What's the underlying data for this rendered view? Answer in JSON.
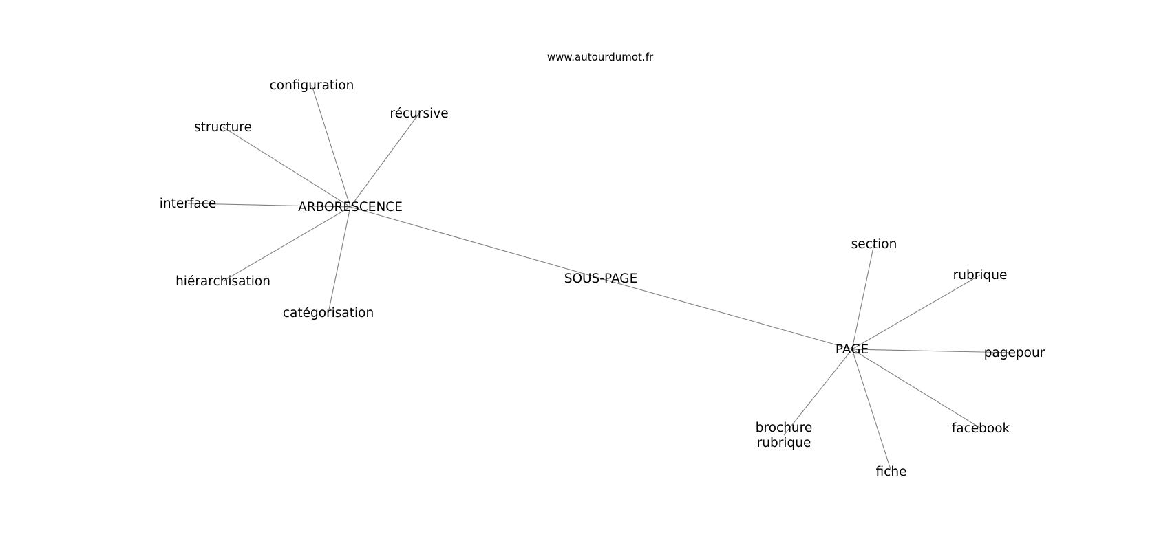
{
  "source": "www.autourdumot.fr",
  "graph": {
    "nodes": [
      {
        "id": "arborescence",
        "label": "ARBORESCENCE"
      },
      {
        "id": "configuration",
        "label": "configuration"
      },
      {
        "id": "recursive",
        "label": "récursive"
      },
      {
        "id": "structure",
        "label": "structure"
      },
      {
        "id": "interface",
        "label": "interface"
      },
      {
        "id": "hierarchisation",
        "label": "hiérarchisation"
      },
      {
        "id": "categorisation",
        "label": "catégorisation"
      },
      {
        "id": "sous-page",
        "label": "SOUS-PAGE"
      },
      {
        "id": "page",
        "label": "PAGE"
      },
      {
        "id": "section",
        "label": "section"
      },
      {
        "id": "rubrique",
        "label": "rubrique"
      },
      {
        "id": "pagepour",
        "label": "pagepour"
      },
      {
        "id": "facebook",
        "label": "facebook"
      },
      {
        "id": "fiche",
        "label": "fiche"
      },
      {
        "id": "brochure-rubrique",
        "label": "brochure\nrubrique"
      }
    ],
    "edges": [
      [
        "arborescence",
        "configuration"
      ],
      [
        "arborescence",
        "recursive"
      ],
      [
        "arborescence",
        "structure"
      ],
      [
        "arborescence",
        "interface"
      ],
      [
        "arborescence",
        "hierarchisation"
      ],
      [
        "arborescence",
        "categorisation"
      ],
      [
        "arborescence",
        "sous-page"
      ],
      [
        "sous-page",
        "page"
      ],
      [
        "page",
        "section"
      ],
      [
        "page",
        "rubrique"
      ],
      [
        "page",
        "pagepour"
      ],
      [
        "page",
        "facebook"
      ],
      [
        "page",
        "fiche"
      ],
      [
        "page",
        "brochure-rubrique"
      ]
    ]
  }
}
